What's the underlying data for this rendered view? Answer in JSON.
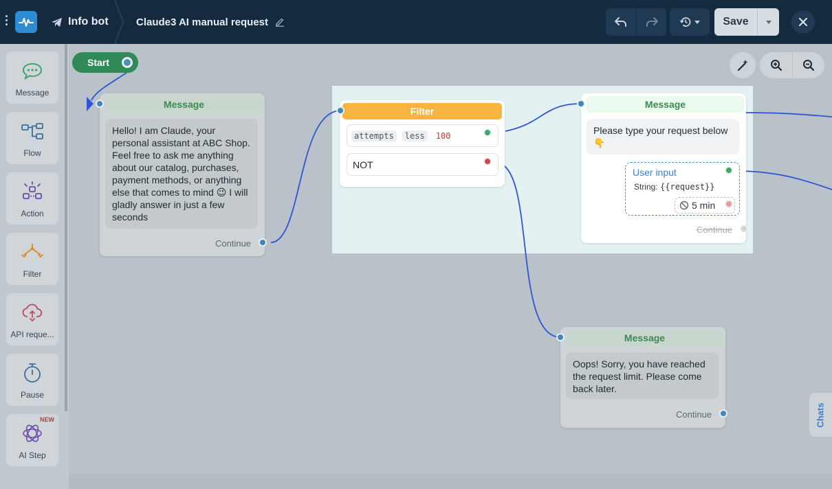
{
  "header": {
    "bot_name": "Info bot",
    "flow_title": "Claude3 AI manual request",
    "save_label": "Save"
  },
  "sidebar": {
    "items": [
      {
        "label": "Message",
        "icon": "message-icon"
      },
      {
        "label": "Flow",
        "icon": "flow-icon"
      },
      {
        "label": "Action",
        "icon": "action-icon"
      },
      {
        "label": "Filter",
        "icon": "filter-icon"
      },
      {
        "label": "API reque...",
        "icon": "api-request-icon"
      },
      {
        "label": "Pause",
        "icon": "pause-icon"
      },
      {
        "label": "AI Step",
        "icon": "ai-step-icon",
        "badge": "NEW"
      }
    ]
  },
  "canvas": {
    "start_label": "Start",
    "message1": {
      "title": "Message",
      "text": "Hello! I am Claude, your personal assistant at ABC Shop. Feel free to ask me anything about our catalog, purchases, payment methods, or anything else that comes to mind 😉 I will gladly answer in just a few seconds",
      "continue": "Continue"
    },
    "filter": {
      "title": "Filter",
      "condition": {
        "field": "attempts",
        "operator": "less",
        "value": "100"
      },
      "not_label": "NOT"
    },
    "message2": {
      "title": "Message",
      "text": "Please type your request below 👇",
      "user_input": {
        "title": "User input",
        "type_label": "String:",
        "variable": "{{request}}",
        "timeout": "5 min"
      },
      "continue": "Continue"
    },
    "message3": {
      "title": "Message",
      "text": "Oops! Sorry, you have reached the request limit. Please come back later.",
      "continue": "Continue"
    }
  },
  "chats_tab_label": "Chats",
  "colors": {
    "topbar": "#132a3f",
    "start": "#2f8a57",
    "filter": "#f5b53e",
    "message_title": "#3b8a4f",
    "wire": "#2f55d4"
  }
}
